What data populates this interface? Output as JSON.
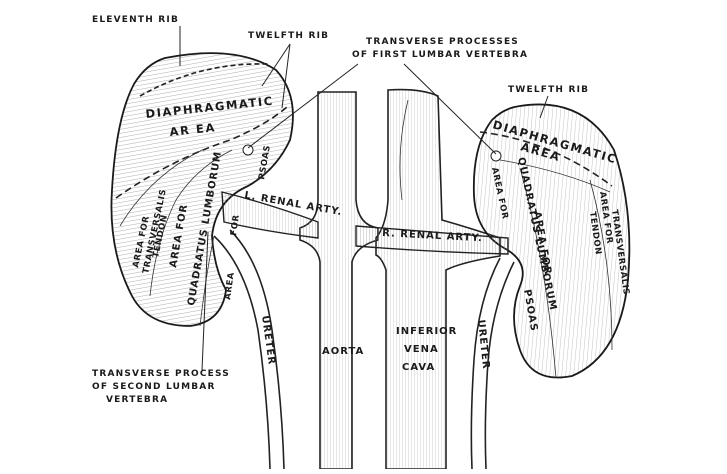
{
  "labels": {
    "eleventh_rib": "ELEVENTH RIB",
    "twelfth_rib_left": "TWELFTH RIB",
    "twelfth_rib_right": "TWELFTH RIB",
    "transverse_first_line1": "TRANSVERSE PROCESSES",
    "transverse_first_line2": "OF FIRST LUMBAR VERTEBRA",
    "transverse_second_line1": "TRANSVERSE PROCESS",
    "transverse_second_line2": "OF SECOND LUMBAR",
    "transverse_second_line3": "VERTEBRA"
  },
  "left_kidney": {
    "diaphragmatic_line1": "DIAPHRAGMATIC",
    "diaphragmatic_line2": "AR EA",
    "transversalis_line1": "AREA FOR",
    "transversalis_line2": "TRANSVERSALIS",
    "transversalis_line3": "TENDON",
    "quadratus_line1": "AREA FOR",
    "quadratus_line2": "QUADRATUS LUMBORUM",
    "psoas_line1": "AREA",
    "psoas_line2": "FOR",
    "psoas_line3": "PSOAS",
    "ureter": "URETER"
  },
  "right_kidney": {
    "diaphragmatic_line1": "DIAPHRAGMATIC",
    "diaphragmatic_line2": "AREA",
    "psoas_area_line1": "AREA FOR",
    "quadratus_line1": "AREA FOR",
    "quadratus_line2": "QUADRATUS LUMBORUM",
    "transversalis_line1": "AREA FOR",
    "transversalis_line2": "TRANSVERSALIS",
    "transversalis_line3": "TENDON",
    "psoas": "PSOAS",
    "ureter": "URETER"
  },
  "vessels": {
    "left_renal_artery": "L. RENAL ARTY.",
    "right_renal_artery": "R. RENAL ARTY.",
    "aorta": "AORTA",
    "ivc_line1": "INFERIOR",
    "ivc_line2": "VENA",
    "ivc_line3": "CAVA"
  }
}
